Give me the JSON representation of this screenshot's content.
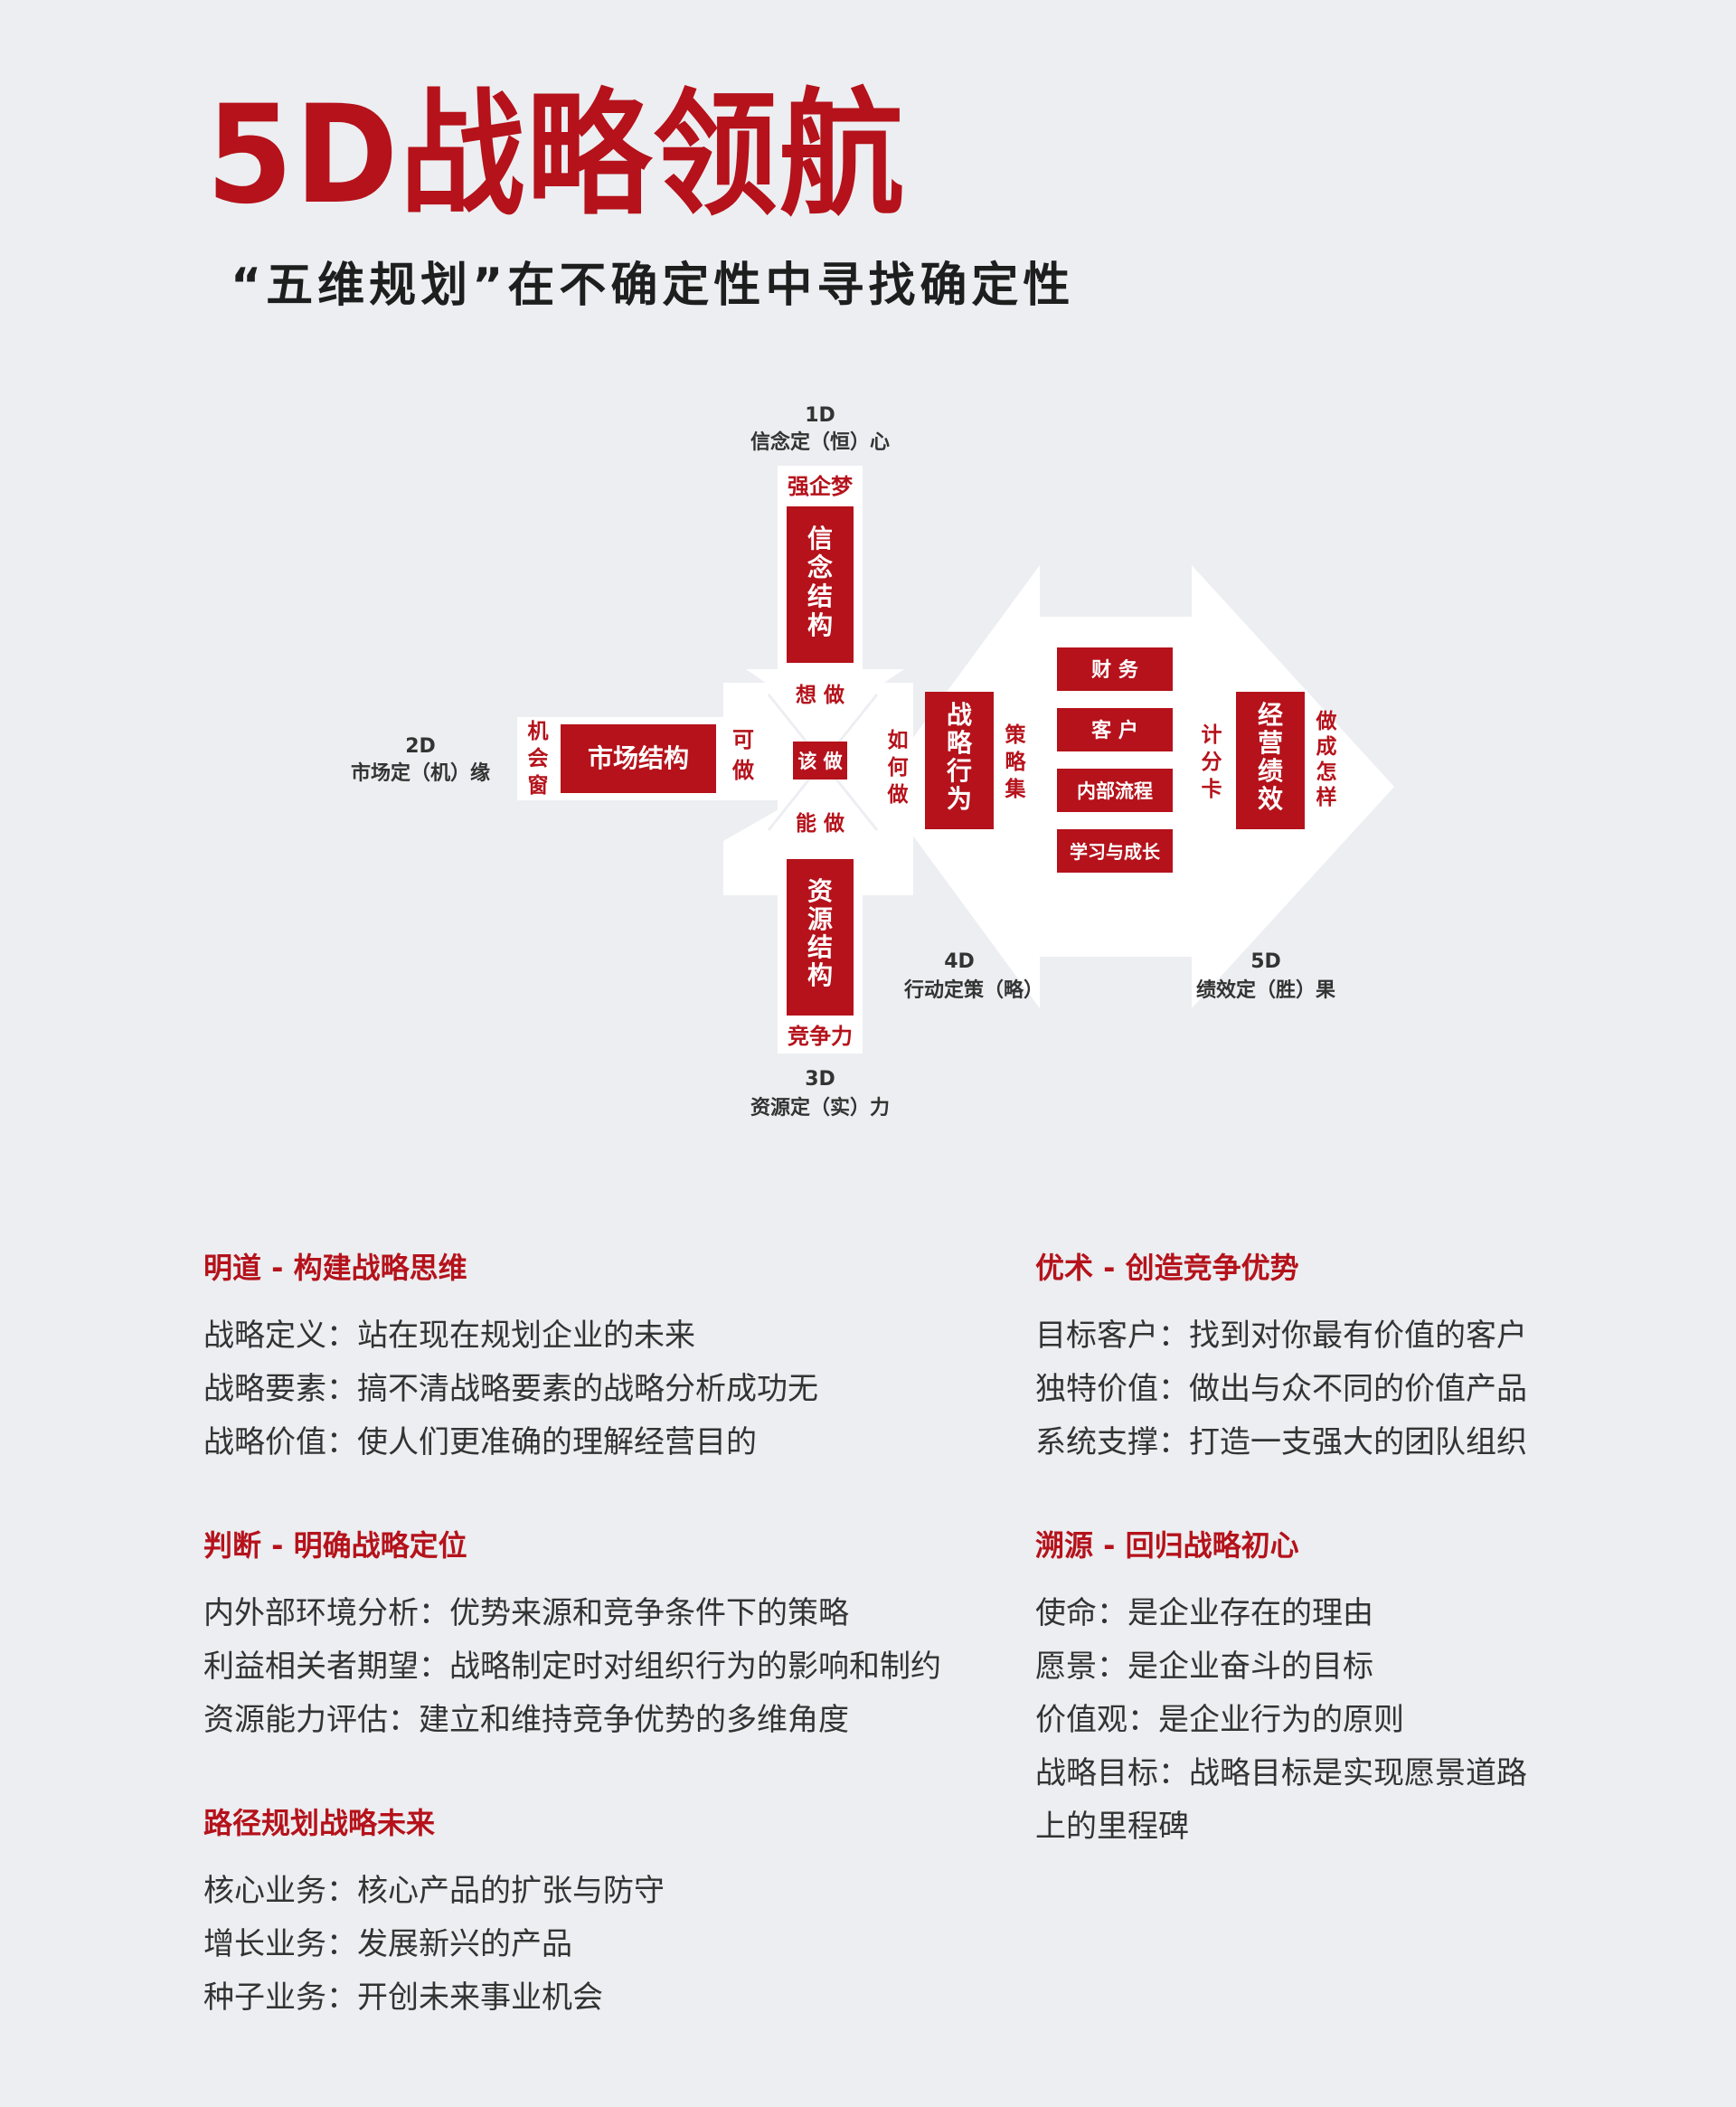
{
  "header": {
    "title": "5D战略领航",
    "subtitle": "“五维规划”在不确定性中寻找确定性"
  },
  "diagram": {
    "d1": {
      "code": "1D",
      "label": "信念定（恒）心",
      "top_tag": "强企梦",
      "box": "信念结构",
      "bottom_tag": "想 做"
    },
    "d2": {
      "code": "2D",
      "label": "市场定（机）缘",
      "left_tag": "机会窗",
      "box": "市场结构",
      "right_tag": "可做"
    },
    "center": {
      "label": "该 做"
    },
    "d3": {
      "code": "3D",
      "label": "资源定（实）力",
      "top_tag": "能 做",
      "box": "资源结构",
      "bottom_tag": "竞争力"
    },
    "d4": {
      "code": "4D",
      "label": "行动定策（略）",
      "left_tag": "如何做",
      "box": "战略行为",
      "right_tag": "策略集",
      "items": [
        "财 务",
        "客 户",
        "内部流程",
        "学习与成长"
      ]
    },
    "d5": {
      "code": "5D",
      "label": "绩效定（胜）果",
      "left_tag": "计分卡",
      "box": "经营绩效",
      "right_tag": "做成怎样"
    }
  },
  "sections": {
    "left": [
      {
        "title": "明道 - 构建战略思维",
        "lines": [
          "战略定义：站在现在规划企业的未来",
          "战略要素：搞不清战略要素的战略分析成功无",
          "战略价值：使人们更准确的理解经营目的"
        ]
      },
      {
        "title": "判断 - 明确战略定位",
        "lines": [
          "内外部环境分析：优势来源和竞争条件下的策略",
          "利益相关者期望：战略制定时对组织行为的影响和制约",
          "资源能力评估：建立和维持竞争优势的多维角度"
        ]
      },
      {
        "title": "路径规划战略未来",
        "lines": [
          "核心业务：核心产品的扩张与防守",
          "增长业务：发展新兴的产品",
          "种子业务：开创未来事业机会"
        ]
      }
    ],
    "right": [
      {
        "title": "优术 - 创造竞争优势",
        "lines": [
          "目标客户：找到对你最有价值的客户",
          "独特价值：做出与众不同的价值产品",
          "系统支撑：打造一支强大的团队组织"
        ]
      },
      {
        "title": "溯源 - 回归战略初心",
        "lines": [
          "使命：是企业存在的理由",
          "愿景：是企业奋斗的目标",
          "价值观：是企业行为的原则",
          "战略目标：战略目标是实现愿景道路",
          "上的里程碑"
        ]
      }
    ]
  },
  "colors": {
    "brand_red": "#b5121b",
    "background": "#eceef1",
    "white": "#ffffff"
  }
}
